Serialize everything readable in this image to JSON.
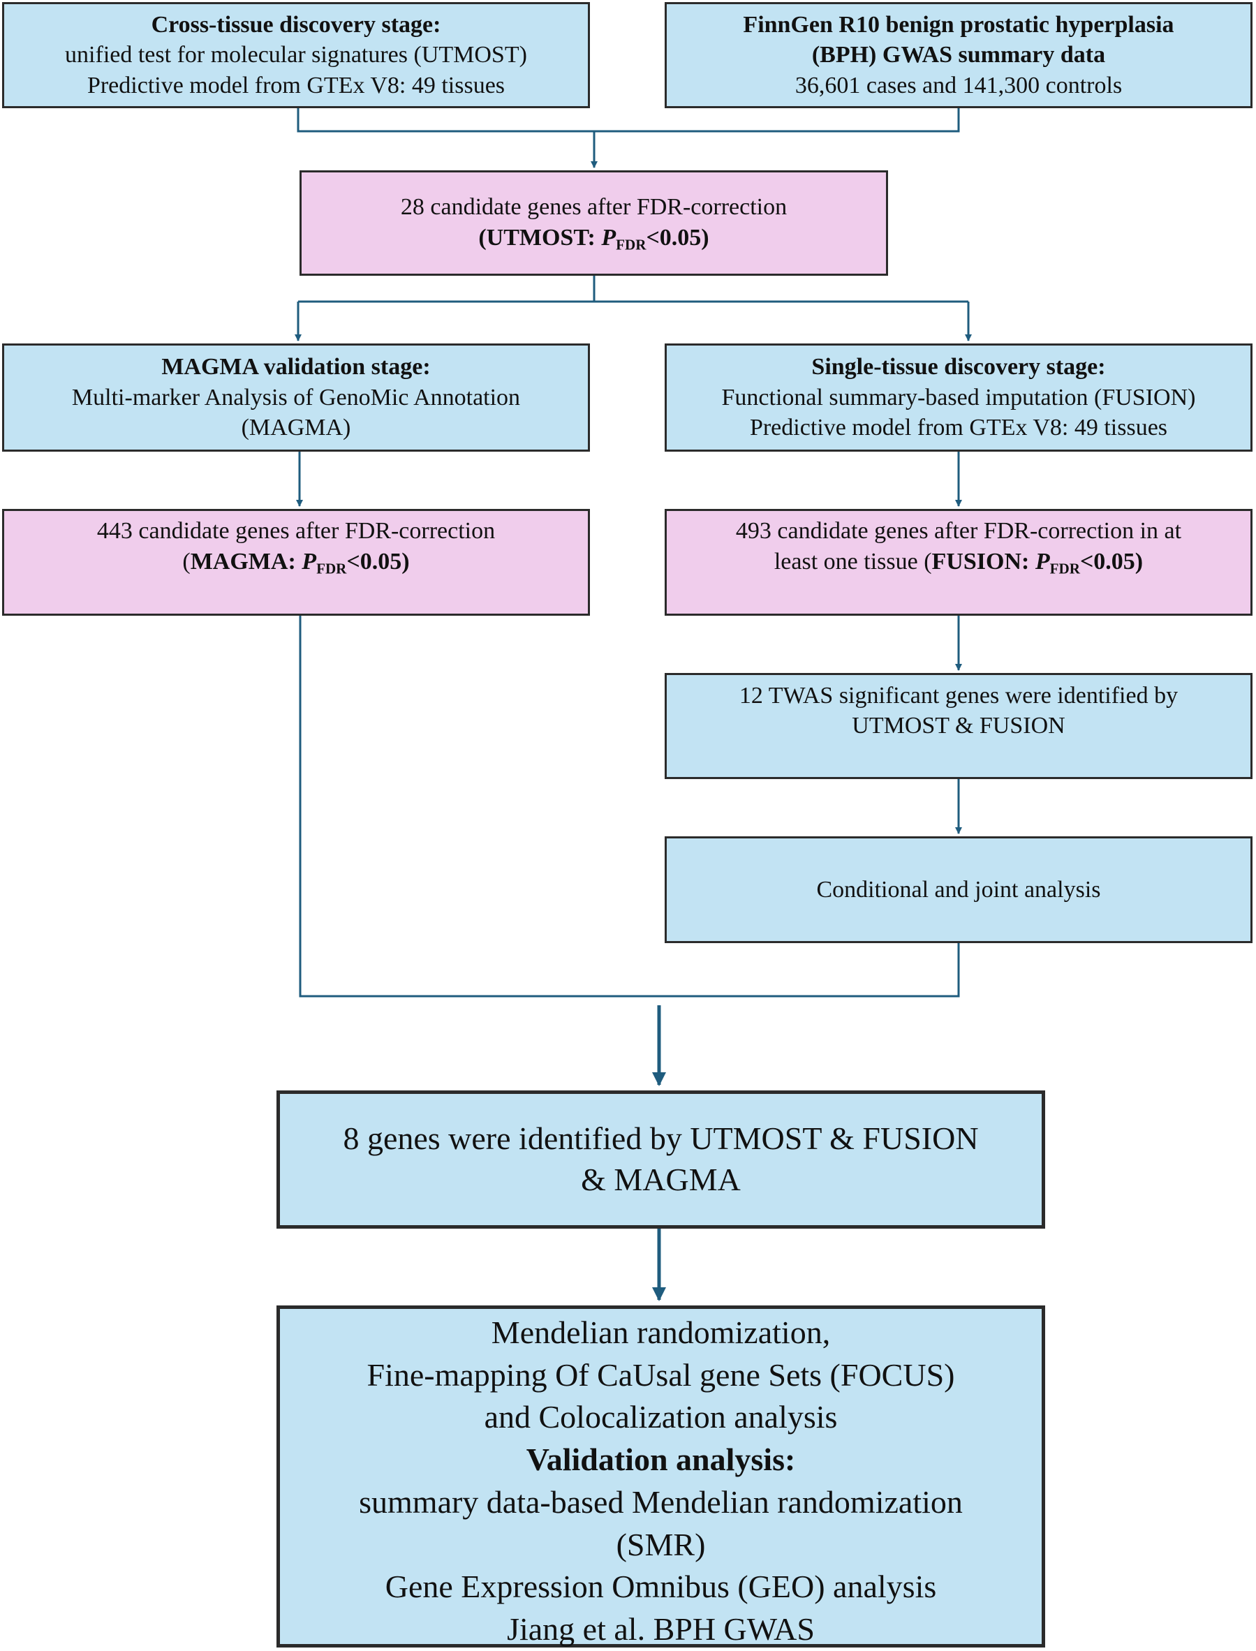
{
  "boxes": {
    "cross_tissue": {
      "title": "Cross-tissue discovery stage:",
      "line1": "unified test for molecular signatures (UTMOST)",
      "line2": "Predictive model from GTEx V8: 49 tissues"
    },
    "finngen": {
      "title_line1": "FinnGen R10 benign prostatic hyperplasia",
      "title_line2": "(BPH) GWAS summary data",
      "line1": "36,601 cases and 141,300 controls"
    },
    "utmost_candidates": {
      "line1": "28 candidate genes after FDR-correction",
      "method": "(UTMOST: ",
      "p": "P",
      "p_sub": "FDR",
      "threshold": "<0.05)"
    },
    "magma_stage": {
      "title": "MAGMA validation stage:",
      "line1": "Multi-marker Analysis of GenoMic Annotation",
      "line2": "(MAGMA)"
    },
    "single_tissue": {
      "title": "Single-tissue discovery stage:",
      "line1": "Functional summary-based imputation (FUSION)",
      "line2": "Predictive model from GTEx V8: 49 tissues"
    },
    "magma_candidates": {
      "line1": "443 candidate genes after FDR-correction",
      "open": "(",
      "method": "MAGMA: ",
      "p": "P",
      "p_sub": "FDR",
      "threshold": "<0.05)"
    },
    "fusion_candidates": {
      "line1": "493 candidate genes after FDR-correction in at",
      "line2_prefix": "least one tissue (",
      "method": "FUSION: ",
      "p": "P",
      "p_sub": "FDR",
      "threshold": "<0.05)"
    },
    "twas": {
      "line1": "12 TWAS significant genes were identified by",
      "line2": "UTMOST & FUSION"
    },
    "conditional": {
      "line1": "Conditional and joint analysis"
    },
    "eight_genes": {
      "line1": "8 genes were identified by UTMOST & FUSION",
      "line2": "& MAGMA"
    },
    "final": {
      "line1": "Mendelian randomization,",
      "line2": "Fine-mapping Of CaUsal gene Sets (FOCUS)",
      "line3": "and Colocalization analysis",
      "line4": "Validation analysis:",
      "line5": "summary data-based Mendelian randomization",
      "line6": "(SMR)",
      "line7": "Gene Expression Omnibus (GEO) analysis",
      "line8": "Jiang et al. BPH GWAS"
    }
  },
  "colors": {
    "blue_box": "#c2e3f3",
    "pink_box": "#f0cdec",
    "connector": "#1f5c7e",
    "border": "#2b2b2b"
  }
}
